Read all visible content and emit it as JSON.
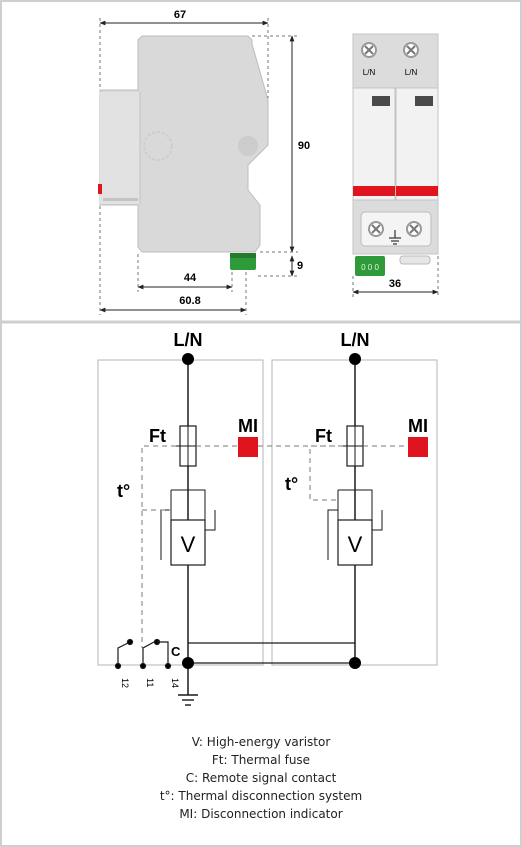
{
  "top_panel": {
    "side_view": {
      "dimensions": {
        "width_top": "67",
        "height_main": "90",
        "terminal_height": "9",
        "depth_44": "44",
        "depth_60_8": "60.8"
      }
    },
    "front_view": {
      "terminal_labels": [
        "L/N",
        "L/N"
      ],
      "width": "36",
      "remote_contact_terminal": "0 0 0"
    }
  },
  "schematic": {
    "input_labels": [
      "L/N",
      "L/N"
    ],
    "fuse_labels": [
      "Ft",
      "Ft"
    ],
    "indicator_labels": [
      "MI",
      "MI"
    ],
    "thermal_labels": [
      "t°",
      "t°"
    ],
    "varistor_labels": [
      "V",
      "V"
    ],
    "contact_label": "C",
    "contact_pins": [
      "12",
      "11",
      "14"
    ]
  },
  "legend": [
    "V: High-energy varistor",
    "Ft: Thermal fuse",
    "C: Remote signal contact",
    "t°: Thermal disconnection system",
    "MI: Disconnection indicator"
  ],
  "colors": {
    "indicator_red": "#e0141f",
    "terminal_green": "#2f9a3a",
    "housing_grey": "#d9d9d9",
    "frame_grey": "#c8c8c8"
  }
}
